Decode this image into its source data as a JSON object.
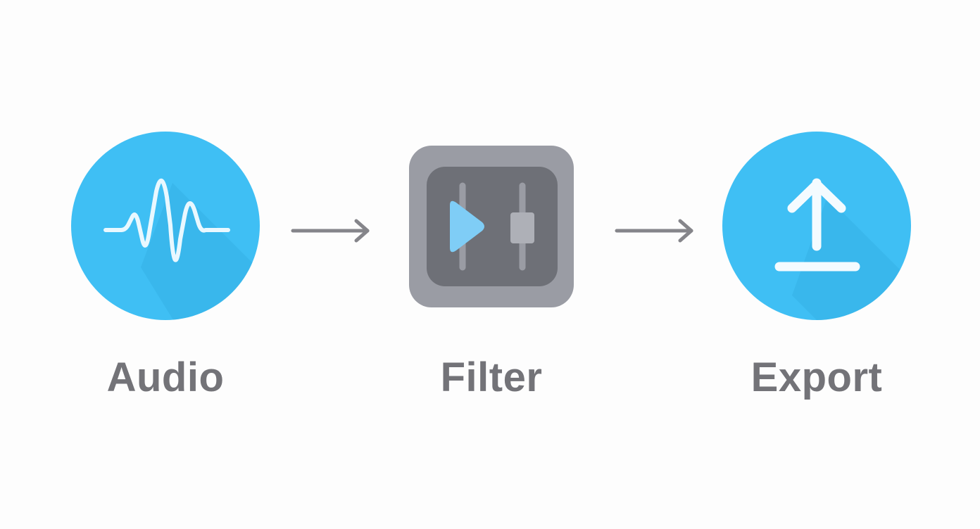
{
  "diagram": {
    "steps": [
      {
        "label": "Audio",
        "icon": "waveform-icon"
      },
      {
        "label": "Filter",
        "icon": "equalizer-filter-icon"
      },
      {
        "label": "Export",
        "icon": "upload-icon"
      }
    ],
    "connectors": [
      "arrow-right",
      "arrow-right"
    ],
    "colors": {
      "accent_blue": "#3fbff4",
      "light_blue": "#7fcdf6",
      "gray_outer": "#9a9ca4",
      "gray_inner": "#6e7077",
      "label_gray": "#737378",
      "arrow_gray": "#85858a"
    }
  }
}
